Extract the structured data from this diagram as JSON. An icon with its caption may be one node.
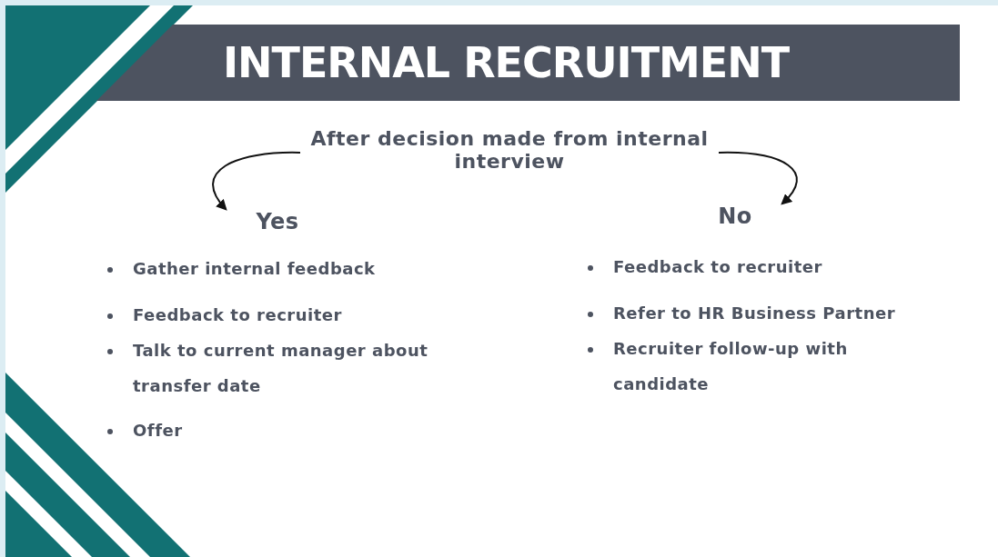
{
  "diagram": {
    "title": "INTERNAL RECRUITMENT",
    "nodes": [
      {
        "text": [
          "After decision made from internal interview"
        ]
      },
      {
        "text": [
          "Yes"
        ]
      },
      {
        "text": [
          "No"
        ]
      }
    ],
    "edges": [
      {
        "from": 0,
        "to": 1,
        "arrow": "to"
      },
      {
        "from": 0,
        "to": 2,
        "arrow": "to"
      }
    ],
    "labels": [
      "Gather internal feedback",
      "Feedback to recruiter",
      "Talk to current manager about transfer date",
      "Offer",
      "Feedback to recruiter",
      "Refer to HR Business Partner",
      "Recruiter follow-up with candidate"
    ]
  }
}
